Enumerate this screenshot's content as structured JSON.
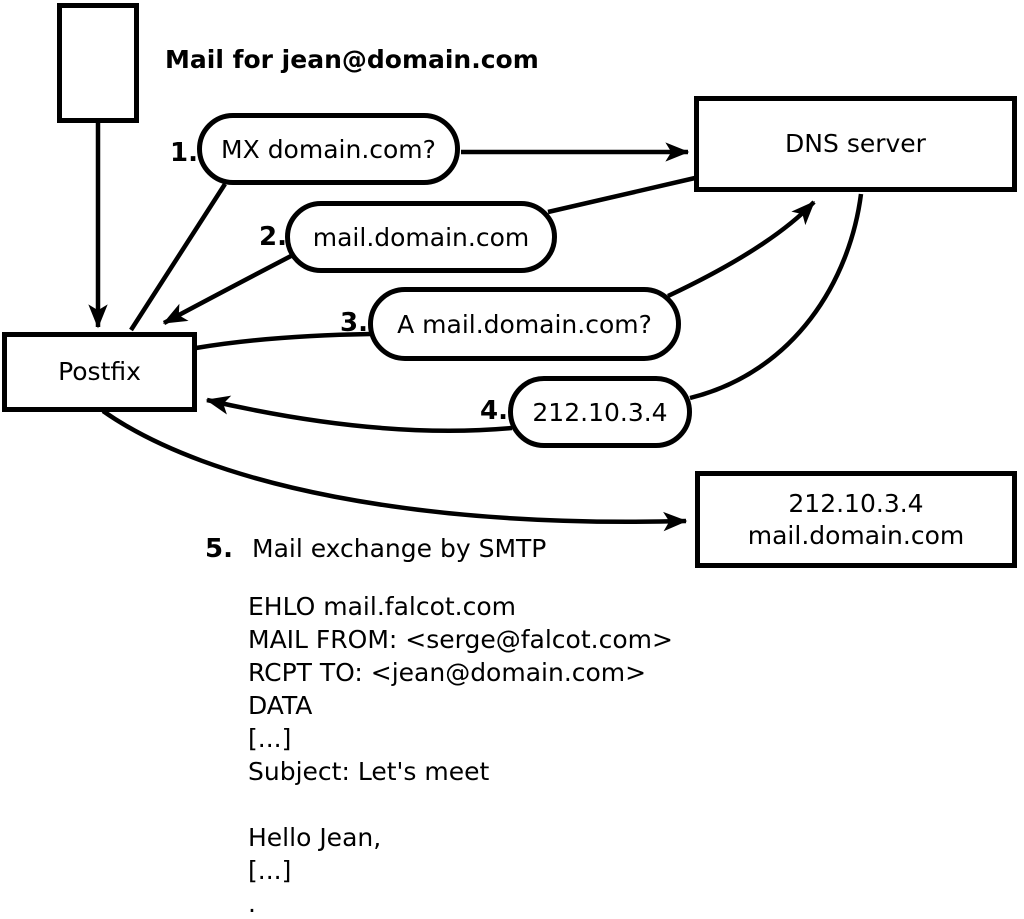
{
  "palette": {
    "line": "#000000",
    "background": "#ffffff"
  },
  "title": {
    "text": "Mail for jean@domain.com"
  },
  "nodes": {
    "postfix": {
      "label": "Postfix"
    },
    "dns": {
      "label": "DNS server"
    },
    "mailserver": {
      "line1": "212.10.3.4",
      "line2": "mail.domain.com"
    }
  },
  "steps": [
    {
      "num": "1.",
      "text": "MX domain.com?"
    },
    {
      "num": "2.",
      "text": "mail.domain.com"
    },
    {
      "num": "3.",
      "text": "A mail.domain.com?"
    },
    {
      "num": "4.",
      "text": "212.10.3.4"
    },
    {
      "num": "5.",
      "text": "Mail exchange by SMTP"
    }
  ],
  "smtp_session": {
    "lines": [
      "EHLO mail.falcot.com",
      "MAIL FROM: <serge@falcot.com>",
      "RCPT TO: <jean@domain.com>",
      "DATA",
      "[...]",
      "Subject: Let's meet",
      "",
      "Hello Jean,",
      "[...]",
      "."
    ]
  }
}
